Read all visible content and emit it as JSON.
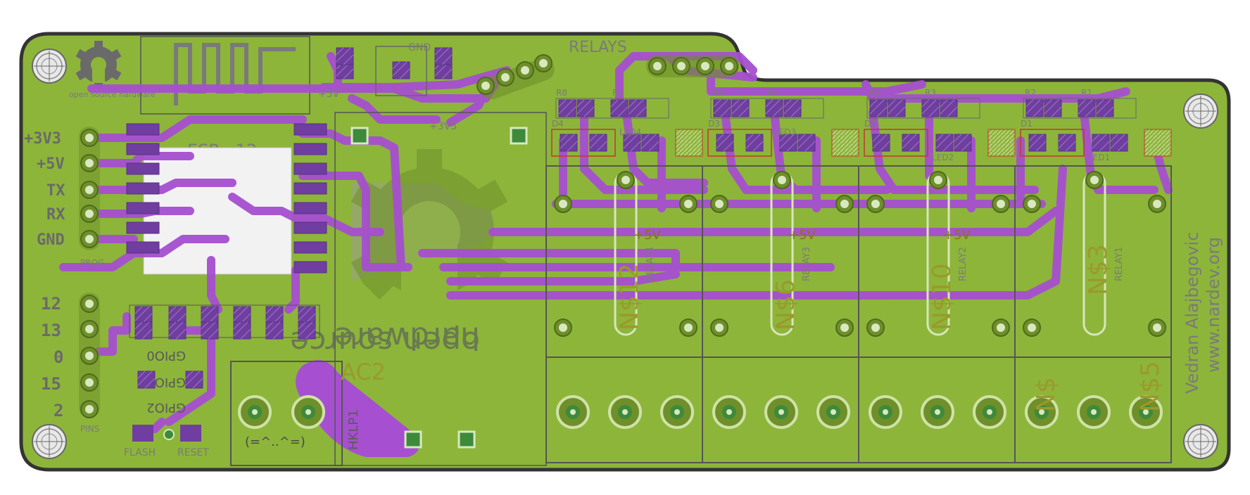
{
  "board": {
    "header_left_labels": [
      "+3V3",
      "+5V",
      "TX",
      "RX",
      "GND"
    ],
    "prog_label": "PROG",
    "pin_labels": [
      "12",
      "13",
      "0",
      "15",
      "2"
    ],
    "pins_label": "PINS",
    "module_label": "ESP - 12",
    "relays_label": "RELAYS",
    "button_labels": [
      "FLASH",
      "RESET"
    ],
    "gpio_labels": [
      "GPIO0",
      "GPIO15",
      "GPIO2"
    ],
    "logo_small_text": "open source hardware",
    "logo_large_text": [
      "open source",
      "hardware"
    ],
    "ac_label": "AC2",
    "hklp_label": "HKLP1",
    "face_text": "(=^..^=)",
    "author": "Vedran Alajbegovic",
    "website": "www.nardev.org",
    "relay_names": [
      "RELAY4",
      "RELAY3",
      "RELAY2",
      "RELAY1"
    ],
    "relay_codes": [
      "N$12",
      "N$6",
      "N$10",
      "N$3"
    ],
    "terminal_codes": [
      "N$",
      "N$5"
    ],
    "resistor_labels": [
      "R8",
      "R7",
      "R6",
      "R5",
      "R4",
      "R3",
      "R2",
      "R1"
    ],
    "diode_labels": [
      "D4",
      "D3",
      "D2",
      "D1"
    ],
    "led_labels": [
      "LED4",
      "LED3",
      "LED2",
      "LED1"
    ],
    "rail_labels": [
      "+5V",
      "+5V",
      "+5V"
    ],
    "gnd_label": "GND",
    "v33_label": "+3V3",
    "v5_label": "+5V"
  },
  "colors": {
    "board_fill": "#8db53a",
    "board_outline": "#333333",
    "trace": "#a64fd0",
    "copper_edge": "#6f8f2a",
    "pad": "#9ad27a",
    "silkscreen": "#7a7a7a",
    "gray_plane": "#9c9c9c"
  },
  "icons": [
    "mounting-hole-icon",
    "gear-logo-icon"
  ]
}
